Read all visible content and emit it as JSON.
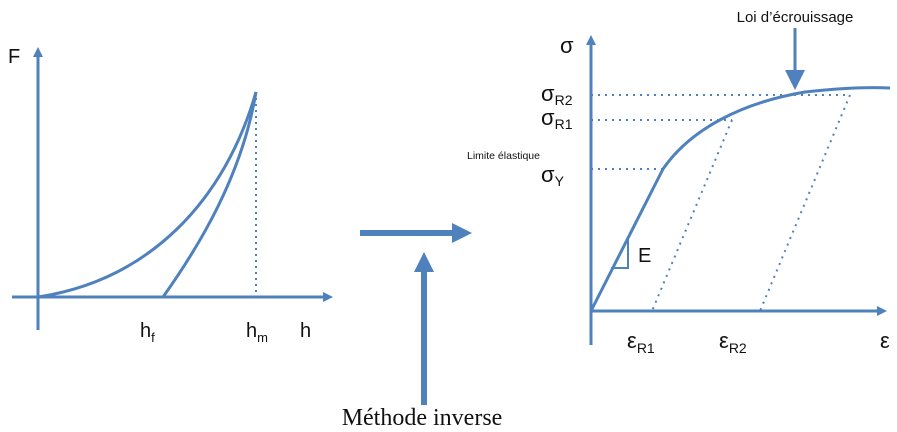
{
  "colors": {
    "curve": "#4f81bd",
    "arrow": "#4f81bd",
    "text": "#111111",
    "background": "#ffffff"
  },
  "left_plot": {
    "y_axis_label": "F",
    "x_axis_label": "h",
    "hf_main": "h",
    "hf_sub": "f",
    "hm_main": "h",
    "hm_sub": "m"
  },
  "arrows": {
    "method_label": "Méthode inverse"
  },
  "right_plot": {
    "y_axis_label": "σ",
    "x_axis_label": "ε",
    "hardening_label": "Loi d’écrouissage",
    "elastic_limit_label": "Limite élastique",
    "modulus_label": "E",
    "sigma_main": "σ",
    "sigma_r2_sub": "R2",
    "sigma_r1_sub": "R1",
    "sigma_y_sub": "Y",
    "eps_main": "ε",
    "eps_r1_sub": "R1",
    "eps_r2_sub": "R2"
  }
}
